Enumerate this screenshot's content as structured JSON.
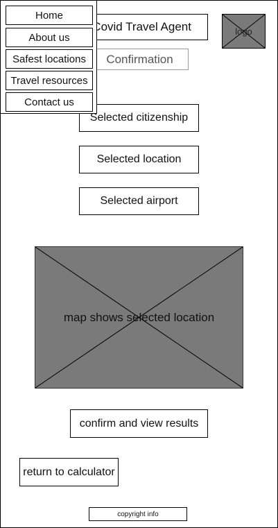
{
  "header": {
    "title": "Covid Travel Agent",
    "logo_label": "logo"
  },
  "nav": {
    "items": [
      {
        "label": "Home"
      },
      {
        "label": "About us"
      },
      {
        "label": "Safest locations"
      },
      {
        "label": "Travel resources"
      },
      {
        "label": "Contact us"
      }
    ]
  },
  "main": {
    "page_title": "Confirmation",
    "selected_citizenship": "Selected citizenship",
    "selected_location": "Selected location",
    "selected_airport": "Selected airport",
    "map_label": "map shows selected location",
    "confirm_button": "confirm and view results",
    "return_button": "return to calculator"
  },
  "footer": {
    "copyright": "copyright info"
  }
}
